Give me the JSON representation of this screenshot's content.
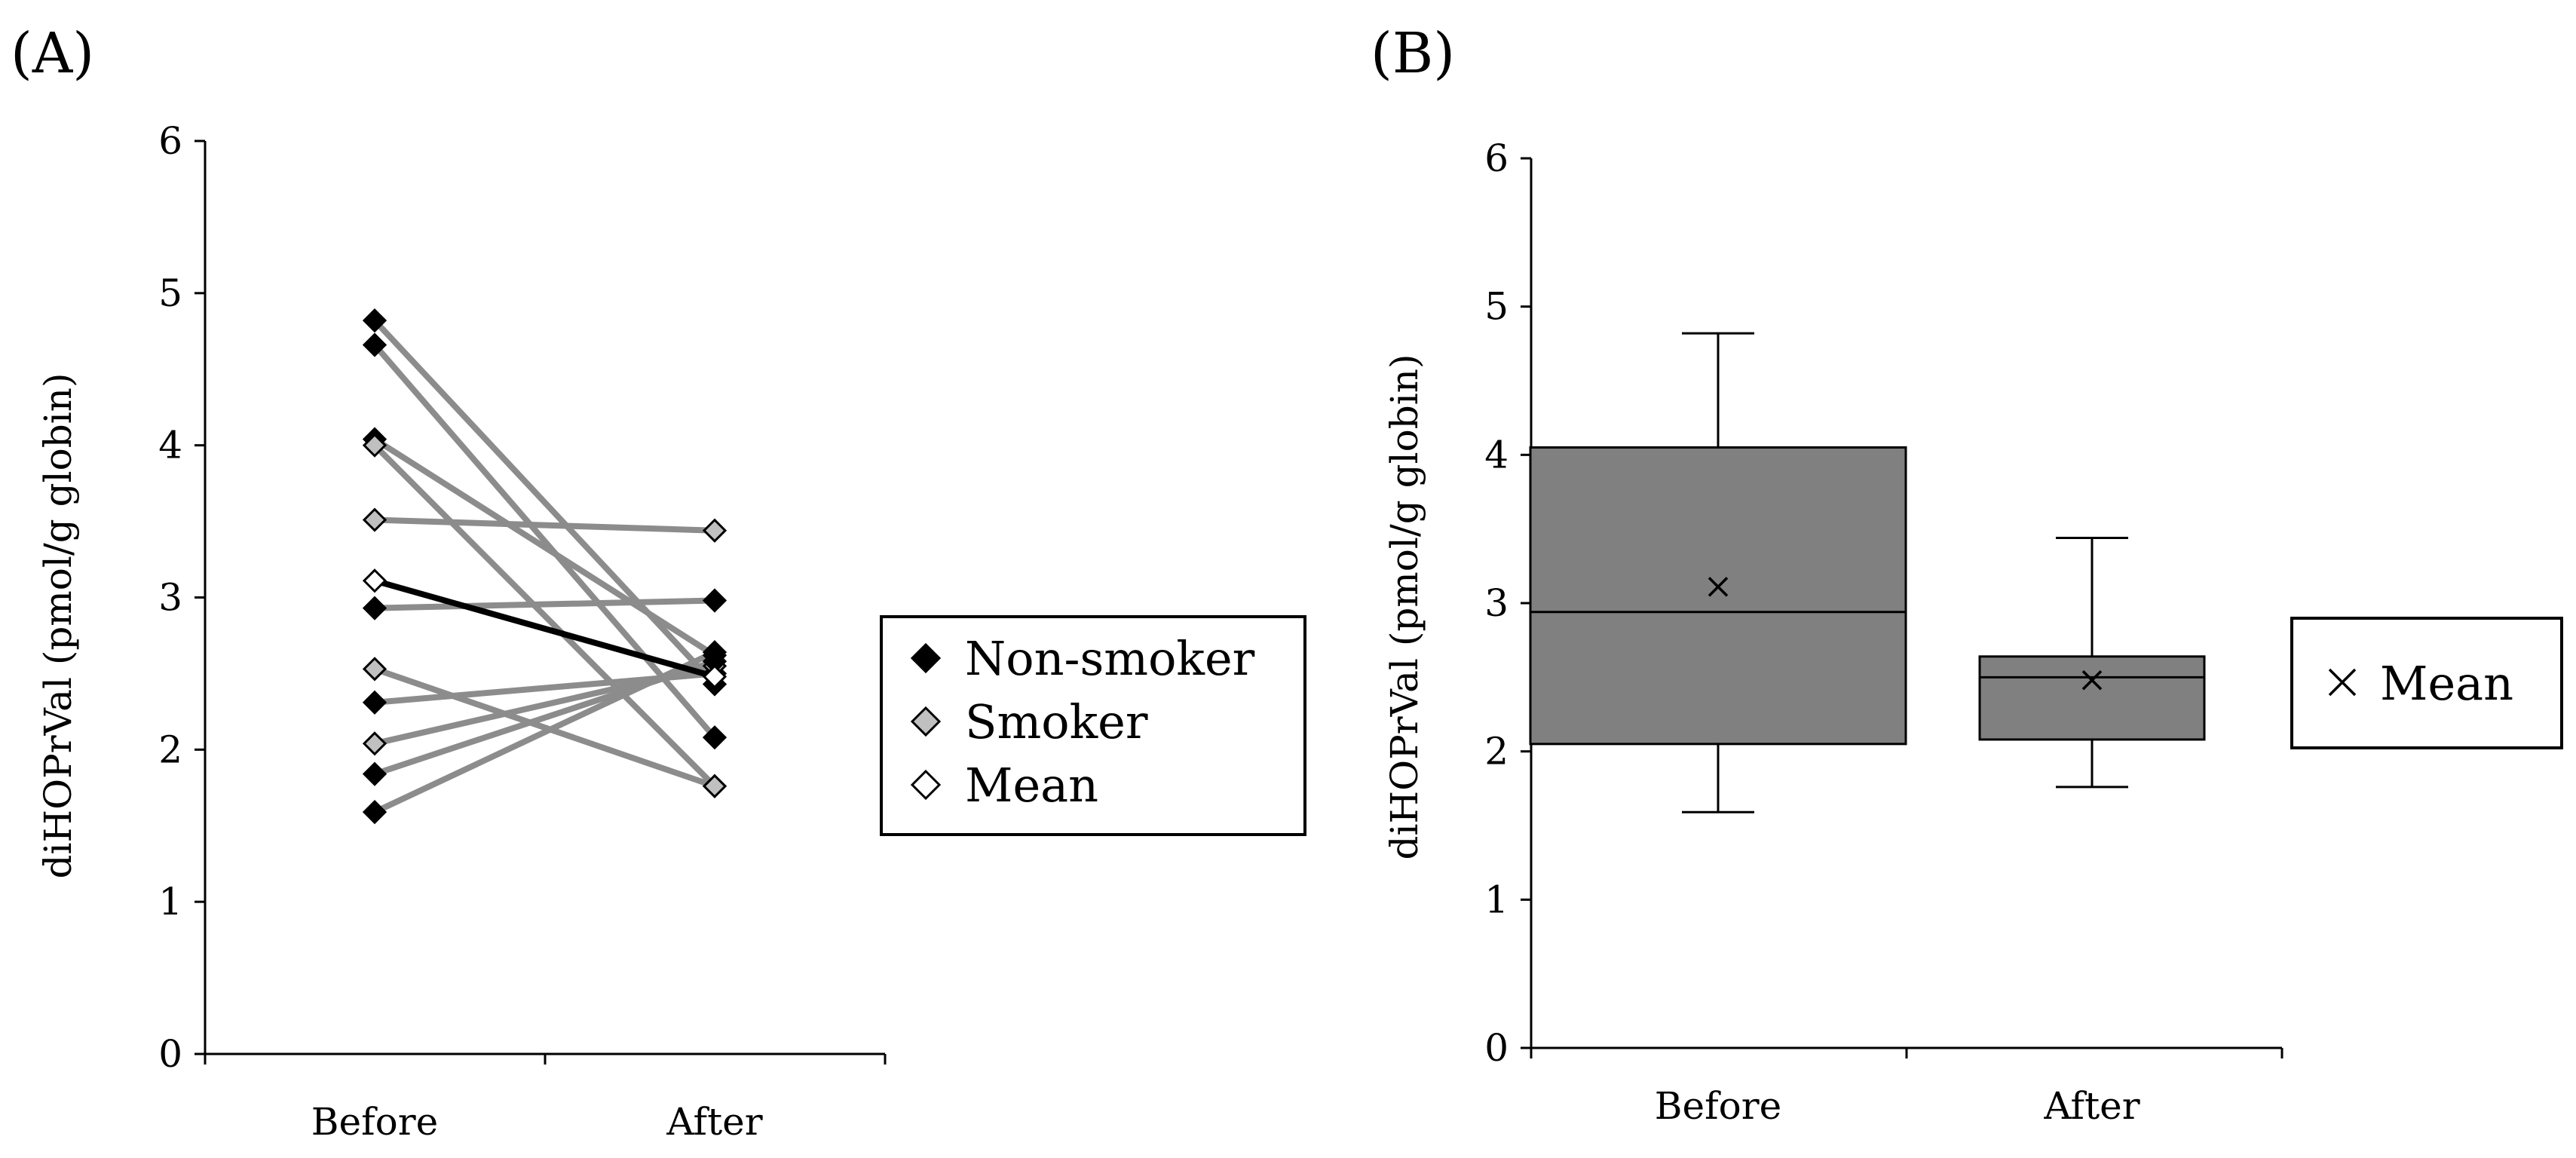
{
  "panels": {
    "a": {
      "label": "(A)"
    },
    "b": {
      "label": "(B)"
    }
  },
  "chart_data": [
    {
      "type": "line",
      "panel": "(A)",
      "ylabel": "diHOPrVal (pmol/g globin)",
      "xlabel": "",
      "categories": [
        "Before",
        "After"
      ],
      "yticks": [
        "0",
        "1",
        "2",
        "3",
        "4",
        "5",
        "6"
      ],
      "ylim": [
        0,
        6
      ],
      "legend": {
        "position": "right",
        "items": [
          "Non-smoker",
          "Smoker",
          "Mean"
        ]
      },
      "series": [
        {
          "group": "Non-smoker",
          "values": [
            4.82,
            2.43
          ]
        },
        {
          "group": "Non-smoker",
          "values": [
            4.66,
            2.08
          ]
        },
        {
          "group": "Non-smoker",
          "values": [
            4.04,
            2.62
          ]
        },
        {
          "group": "Smoker",
          "values": [
            4.0,
            1.76
          ]
        },
        {
          "group": "Smoker",
          "values": [
            3.51,
            3.44
          ]
        },
        {
          "group": "Non-smoker",
          "values": [
            2.93,
            2.98
          ]
        },
        {
          "group": "Smoker",
          "values": [
            2.53,
            1.76
          ]
        },
        {
          "group": "Non-smoker",
          "values": [
            2.31,
            2.5
          ]
        },
        {
          "group": "Smoker",
          "values": [
            2.04,
            2.55
          ]
        },
        {
          "group": "Non-smoker",
          "values": [
            1.84,
            2.58
          ]
        },
        {
          "group": "Non-smoker",
          "values": [
            1.59,
            2.64
          ]
        }
      ],
      "mean": {
        "values": [
          3.11,
          2.48
        ]
      },
      "colors": {
        "non_smoker": "#000000",
        "smoker": "#c0c0c0",
        "mean": "#ffffff",
        "lines": "#8c8c8c",
        "mean_line": "#000000"
      }
    },
    {
      "type": "box",
      "panel": "(B)",
      "ylabel": "diHOPrVal (pmol/g globin)",
      "xlabel": "",
      "categories": [
        "Before",
        "After"
      ],
      "yticks": [
        "0",
        "1",
        "2",
        "3",
        "4",
        "5",
        "6"
      ],
      "ylim": [
        0,
        6
      ],
      "boxes": [
        {
          "category": "Before",
          "min": 1.59,
          "q1": 2.05,
          "median": 2.94,
          "q3": 4.05,
          "max": 4.82,
          "mean": 3.11
        },
        {
          "category": "After",
          "min": 1.76,
          "q1": 2.08,
          "median": 2.5,
          "q3": 2.64,
          "max": 3.44,
          "mean": 2.48
        }
      ],
      "legend": {
        "position": "right",
        "items": [
          "Mean"
        ]
      },
      "colors": {
        "box_fill": "#808080"
      }
    }
  ]
}
